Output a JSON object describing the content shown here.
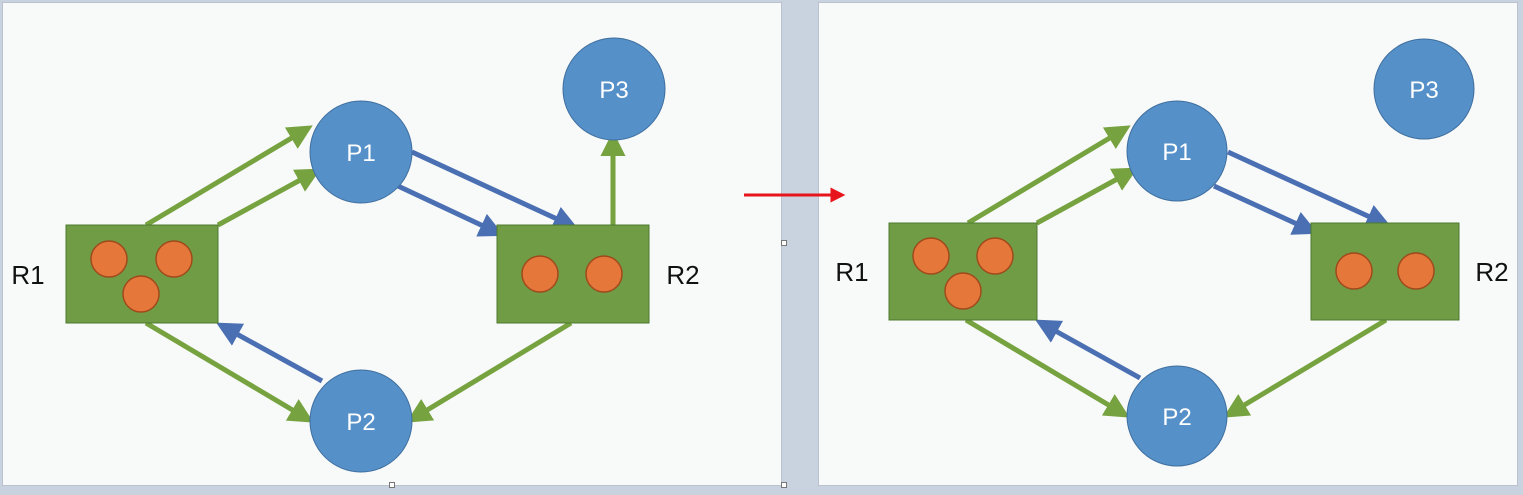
{
  "colors": {
    "process": "#5590c9",
    "resource": "#6f9c45",
    "instance": "#e5773b",
    "assign_edge": "#76a23f",
    "request_edge": "#4a6fb2",
    "transition_arrow": "#e8141b",
    "background": "#c9d3e0",
    "slide": "#f8f9f9"
  },
  "diagram_before": {
    "processes": {
      "p1": "P1",
      "p2": "P2",
      "p3": "P3"
    },
    "resources": {
      "r1": "R1",
      "r2": "R2"
    }
  },
  "diagram_after": {
    "processes": {
      "p1": "P1",
      "p2": "P2",
      "p3": "P3"
    },
    "resources": {
      "r1": "R1",
      "r2": "R2"
    }
  }
}
